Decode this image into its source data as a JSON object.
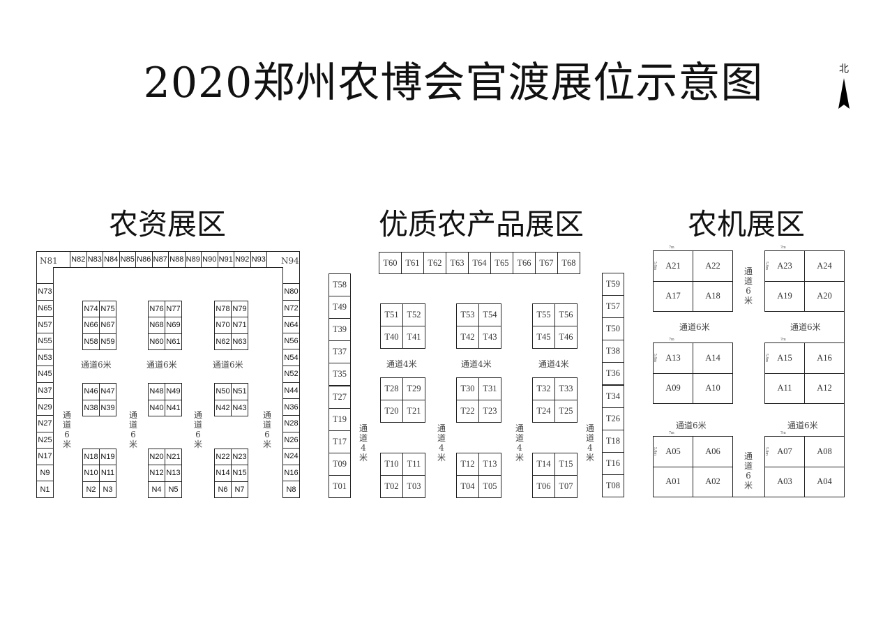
{
  "title": "2020郑州农博会官渡展位示意图",
  "north": {
    "label": "北",
    "icon": "north-arrow-icon"
  },
  "zones": {
    "n": {
      "title": "农资展区",
      "top_row": [
        "N82",
        "N83",
        "N84",
        "N85",
        "N86",
        "N87",
        "N88",
        "N89",
        "N90",
        "N91",
        "N92",
        "N93"
      ],
      "corner_left": "N81",
      "corner_right": "N94",
      "left_col": [
        "N73",
        "N65",
        "N57",
        "N55",
        "N53",
        "N45",
        "N37",
        "N29",
        "N27",
        "N25",
        "N17",
        "N9",
        "N1"
      ],
      "right_col": [
        "N80",
        "N72",
        "N64",
        "N56",
        "N54",
        "N52",
        "N44",
        "N36",
        "N28",
        "N26",
        "N24",
        "N16",
        "N8"
      ],
      "blocks_top": [
        [
          [
            "N74",
            "N75"
          ],
          [
            "N66",
            "N67"
          ],
          [
            "N58",
            "N59"
          ]
        ],
        [
          [
            "N76",
            "N77"
          ],
          [
            "N68",
            "N69"
          ],
          [
            "N60",
            "N61"
          ]
        ],
        [
          [
            "N78",
            "N79"
          ],
          [
            "N70",
            "N71"
          ],
          [
            "N62",
            "N63"
          ]
        ]
      ],
      "blocks_mid": [
        [
          [
            "N46",
            "N47"
          ],
          [
            "N38",
            "N39"
          ]
        ],
        [
          [
            "N48",
            "N49"
          ],
          [
            "N40",
            "N41"
          ]
        ],
        [
          [
            "N50",
            "N51"
          ],
          [
            "N42",
            "N43"
          ]
        ]
      ],
      "blocks_bot": [
        [
          [
            "N18",
            "N19"
          ],
          [
            "N10",
            "N11"
          ],
          [
            "N2",
            "N3"
          ]
        ],
        [
          [
            "N20",
            "N21"
          ],
          [
            "N12",
            "N13"
          ],
          [
            "N4",
            "N5"
          ]
        ],
        [
          [
            "N22",
            "N23"
          ],
          [
            "N14",
            "N15"
          ],
          [
            "N6",
            "N7"
          ]
        ]
      ],
      "aisle_h": "通道6米",
      "aisle_v": "通道6米"
    },
    "t": {
      "title": "优质农产品展区",
      "top_row": [
        "T60",
        "T61",
        "T62",
        "T63",
        "T64",
        "T65",
        "T66",
        "T67",
        "T68"
      ],
      "left_col": [
        "T58",
        "T49",
        "T39",
        "T37",
        "T35",
        "T27",
        "T19",
        "T17",
        "T09",
        "T01"
      ],
      "right_col": [
        "T59",
        "T57",
        "T50",
        "T38",
        "T36",
        "T34",
        "T26",
        "T18",
        "T16",
        "T08"
      ],
      "blocks_top": [
        [
          [
            "T51",
            "T52"
          ],
          [
            "T40",
            "T41"
          ]
        ],
        [
          [
            "T53",
            "T54"
          ],
          [
            "T42",
            "T43"
          ]
        ],
        [
          [
            "T55",
            "T56"
          ],
          [
            "T45",
            "T46"
          ]
        ]
      ],
      "blocks_mid": [
        [
          [
            "T28",
            "T29"
          ],
          [
            "T20",
            "T21"
          ]
        ],
        [
          [
            "T30",
            "T31"
          ],
          [
            "T22",
            "T23"
          ]
        ],
        [
          [
            "T32",
            "T33"
          ],
          [
            "T24",
            "T25"
          ]
        ]
      ],
      "blocks_bot": [
        [
          [
            "T10",
            "T11"
          ],
          [
            "T02",
            "T03"
          ]
        ],
        [
          [
            "T12",
            "T13"
          ],
          [
            "T04",
            "T05"
          ]
        ],
        [
          [
            "T14",
            "T15"
          ],
          [
            "T06",
            "T07"
          ]
        ]
      ],
      "aisle_h": "通道4米",
      "aisle_v": "通道4米"
    },
    "a": {
      "title": "农机展区",
      "blocks": [
        [
          [
            "A21",
            "A22"
          ],
          [
            "A17",
            "A18"
          ]
        ],
        [
          [
            "A23",
            "A24"
          ],
          [
            "A19",
            "A20"
          ]
        ],
        [
          [
            "A13",
            "A14"
          ],
          [
            "A09",
            "A10"
          ]
        ],
        [
          [
            "A15",
            "A16"
          ],
          [
            "A11",
            "A12"
          ]
        ],
        [
          [
            "A05",
            "A06"
          ],
          [
            "A01",
            "A02"
          ]
        ],
        [
          [
            "A07",
            "A08"
          ],
          [
            "A03",
            "A04"
          ]
        ]
      ],
      "width_label": "7m",
      "depth_label": "5.8m",
      "aisle_h": "通道6米",
      "aisle_v": "通道6米"
    }
  }
}
